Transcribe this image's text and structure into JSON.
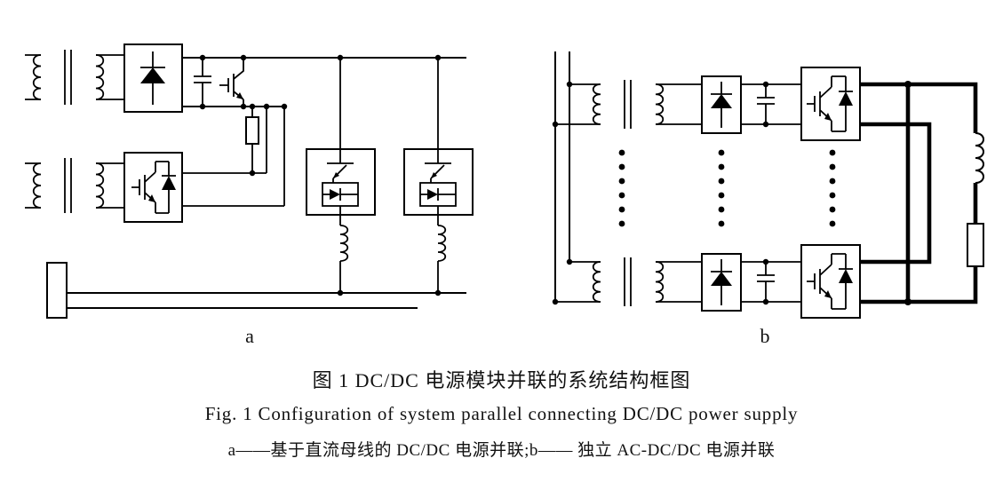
{
  "figure": {
    "label_a": "a",
    "label_b": "b",
    "caption_zh": "图 1  DC/DC 电源模块并联的系统结构框图",
    "caption_en": "Fig. 1  Configuration of system parallel connecting DC/DC power supply",
    "subcaption": "a——基于直流母线的 DC/DC 电源并联;b—— 独立 AC-DC/DC 电源并联"
  },
  "colors": {
    "line": "#000000",
    "background": "#ffffff"
  }
}
